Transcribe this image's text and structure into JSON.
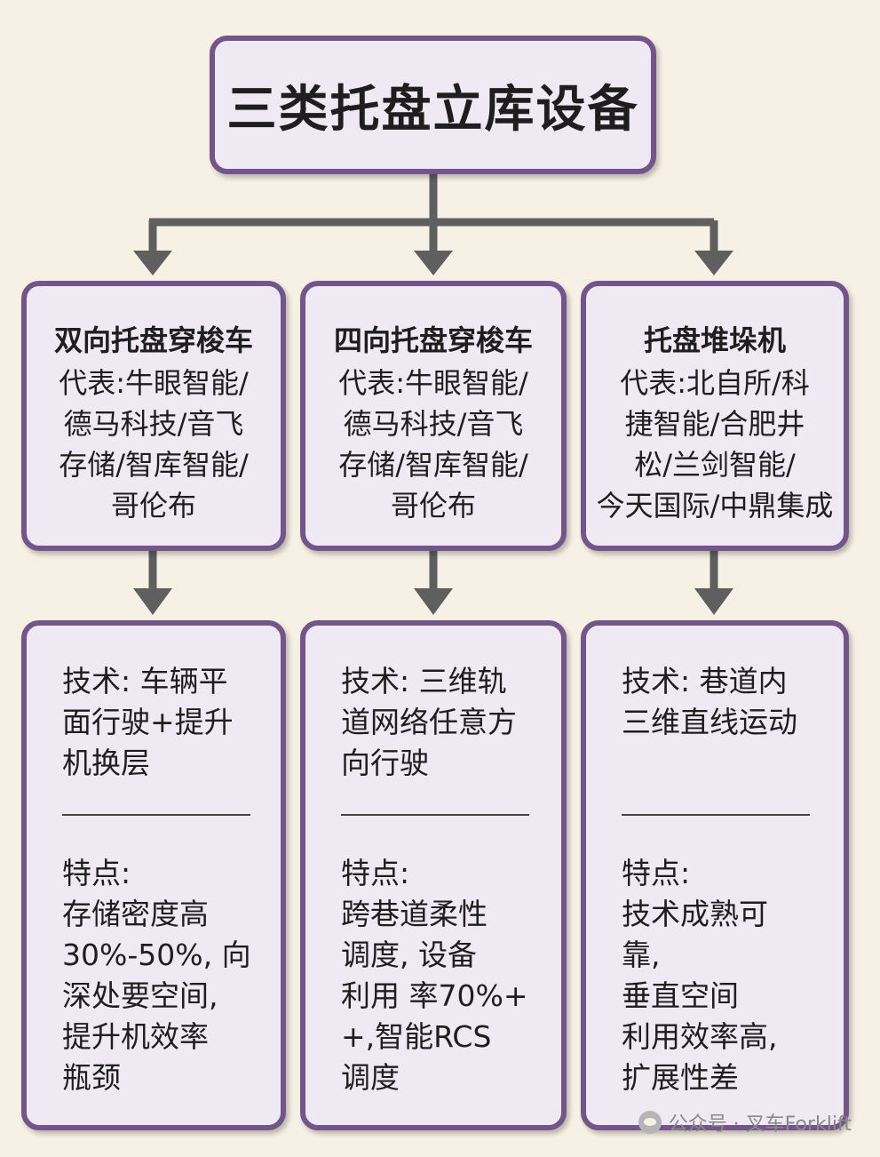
{
  "root": {
    "title": "三类托盘立库设备"
  },
  "columns": [
    {
      "name": "双向托盘穿梭车",
      "representatives": "代表:牛眼智能/\n德马科技/音飞\n存储/智库智能/\n哥伦布",
      "technology": "技术: 车辆平\n面行驶+提升\n机换层",
      "features": "特点:\n存储密度高\n30%-50%, 向\n深处要空间,\n提升机效率\n瓶颈"
    },
    {
      "name": "四向托盘穿梭车",
      "representatives": "代表:牛眼智能/\n德马科技/音飞\n存储/智库智能/\n哥伦布",
      "technology": "技术: 三维轨\n道网络任意方\n向行驶",
      "features": "特点:\n跨巷道柔性\n调度, 设备\n利用 率70%+\n+,智能RCS\n调度"
    },
    {
      "name": "托盘堆垛机",
      "representatives": "代表:北自所/科\n捷智能/合肥井\n松/兰剑智能/\n今天国际/中鼎集成",
      "technology": "技术: 巷道内\n三维直线运动",
      "features": "特点:\n技术成熟可\n靠,\n垂直空间\n利用效率高,\n扩展性差"
    }
  ],
  "watermark": {
    "text": "公众号 · 叉车Forklift",
    "icon": "wechat-icon"
  },
  "colors": {
    "border": "#73558c",
    "box_fill": "#efe9f3",
    "arrow": "#5f5f5f",
    "background": "#f6f1e4"
  }
}
